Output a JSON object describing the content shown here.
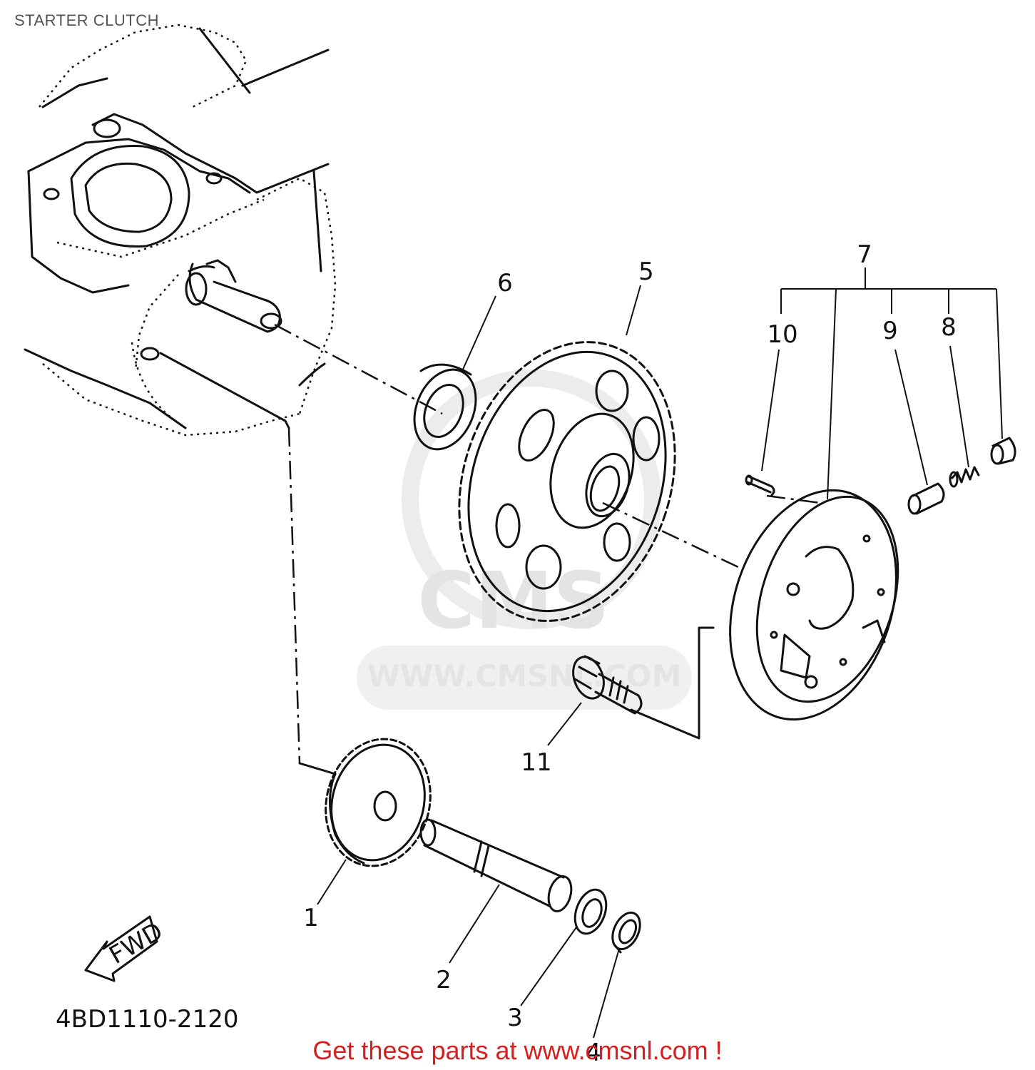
{
  "title": "STARTER CLUTCH",
  "diagram_code": "4BD1110-2120",
  "fwd_label": "FWD",
  "watermark": {
    "brand": "CMS",
    "url": "WWW.CMSNL.COM"
  },
  "callouts": [
    {
      "id": "1",
      "label": "1"
    },
    {
      "id": "2",
      "label": "2"
    },
    {
      "id": "3",
      "label": "3"
    },
    {
      "id": "4",
      "label": "4"
    },
    {
      "id": "5",
      "label": "5"
    },
    {
      "id": "6",
      "label": "6"
    },
    {
      "id": "7",
      "label": "7"
    },
    {
      "id": "8",
      "label": "8"
    },
    {
      "id": "9",
      "label": "9"
    },
    {
      "id": "10",
      "label": "10"
    },
    {
      "id": "11",
      "label": "11"
    }
  ],
  "footer": {
    "text": "Get these parts at www.cmsnl.com !"
  },
  "colors": {
    "footer_text": "#d42020",
    "line": "#111111",
    "watermark": "#e4e4e4"
  }
}
